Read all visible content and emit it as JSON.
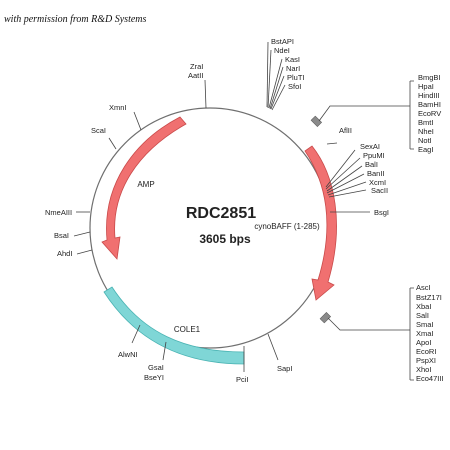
{
  "credit": "with permission from R&D Systems",
  "plasmid": {
    "name": "RDC2851",
    "size": "3605 bps"
  },
  "features": {
    "insert": "cynoBAFF (1-285)",
    "amp": "AMP",
    "ori": "COLE1"
  },
  "colors": {
    "circle": "#6f6f6f",
    "arrow": "#f07070",
    "arrow_stroke": "#c94a4a",
    "ori": "#7fd6d6",
    "ori_stroke": "#49b3b3",
    "marker": "#8a8a8a"
  },
  "top_sites": [
    "BstAPI",
    "NdeI",
    "KasI",
    "NarI",
    "PluTI",
    "SfoI"
  ],
  "right_box_upper": [
    "BmgBI",
    "HpaI",
    "HindIII",
    "BamHI",
    "EcoRV",
    "BmtI",
    "NheI",
    "NotI",
    "EagI"
  ],
  "right_box_lower": [
    "AscI",
    "BstZ17I",
    "XbaI",
    "SalI",
    "SmaI",
    "XmaI",
    "ApoI",
    "EcoRI",
    "PspXI",
    "XhoI",
    "Eco47III"
  ],
  "sites": {
    "zrai": "ZraI",
    "aatii": "AatII",
    "xmni": "XmnI",
    "scai": "ScaI",
    "nmeaiii": "NmeAIII",
    "bsai": "BsaI",
    "ahdi": "AhdI",
    "alwni": "AlwNI",
    "gsai": "GsaI",
    "bseyi": "BseYI",
    "pcii": "PciI",
    "sapi": "SapI",
    "aflii": "AflII",
    "sexai": "SexAI",
    "ppumi": "PpuMI",
    "bali": "BalI",
    "banii": "BanII",
    "xcmi": "XcmI",
    "sacii": "SacII",
    "bsgi": "BsgI"
  }
}
